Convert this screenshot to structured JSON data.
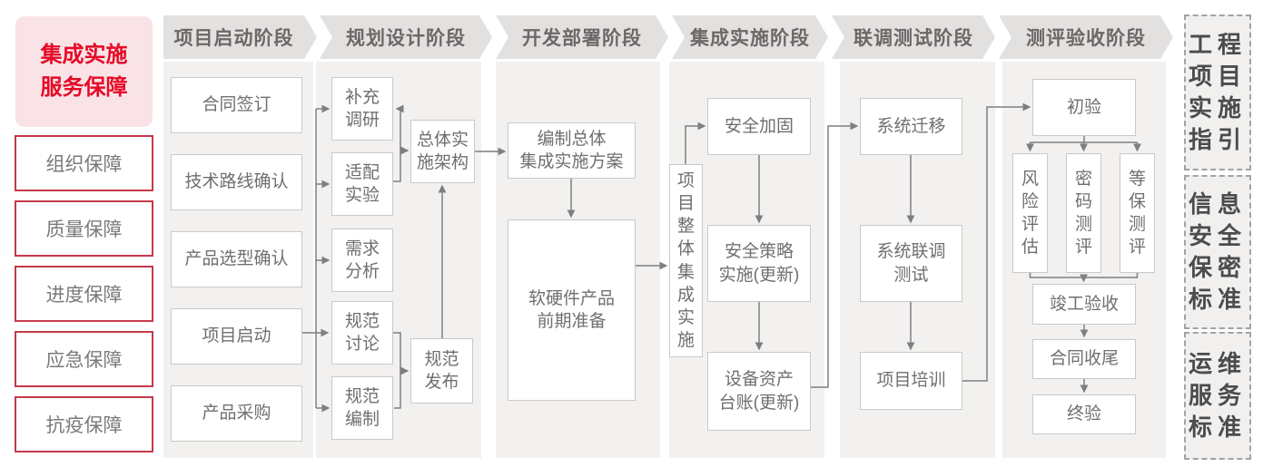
{
  "sidebar": {
    "title": "集成实施\n服务保障",
    "items": [
      {
        "label": "组织保障"
      },
      {
        "label": "质量保障"
      },
      {
        "label": "进度保障"
      },
      {
        "label": "应急保障"
      },
      {
        "label": "抗疫保障"
      }
    ]
  },
  "phases": [
    {
      "label": "项目启动阶段",
      "nodes": [
        {
          "label": "合同签订"
        },
        {
          "label": "技术路线确认"
        },
        {
          "label": "产品选型确认"
        },
        {
          "label": "项目启动"
        },
        {
          "label": "产品采购"
        }
      ]
    },
    {
      "label": "规划设计阶段",
      "nodes": [
        {
          "label": "补充\n调研"
        },
        {
          "label": "适配\n实验"
        },
        {
          "label": "需求\n分析"
        },
        {
          "label": "规范\n讨论"
        },
        {
          "label": "规范\n编制"
        },
        {
          "label": "总体实\n施架构"
        },
        {
          "label": "规范\n发布"
        }
      ]
    },
    {
      "label": "开发部署阶段",
      "nodes": [
        {
          "label": "编制总体\n集成实施方案"
        },
        {
          "label": "软硬件产品\n前期准备"
        }
      ]
    },
    {
      "label": "集成实施阶段",
      "nodes": [
        {
          "label": "项目整体集成实施"
        },
        {
          "label": "安全加固"
        },
        {
          "label": "安全策略\n实施(更新)"
        },
        {
          "label": "设备资产\n台账(更新)"
        }
      ]
    },
    {
      "label": "联调测试阶段",
      "nodes": [
        {
          "label": "系统迁移"
        },
        {
          "label": "系统联调\n测试"
        },
        {
          "label": "项目培训"
        }
      ]
    },
    {
      "label": "测评验收阶段",
      "nodes": [
        {
          "label": "初验"
        },
        {
          "label": "风险评估"
        },
        {
          "label": "密码测评"
        },
        {
          "label": "等保测评"
        },
        {
          "label": "竣工验收"
        },
        {
          "label": "合同收尾"
        },
        {
          "label": "终验"
        }
      ]
    }
  ],
  "standards": [
    {
      "label": "工程项目实施指引"
    },
    {
      "label": "信息安全保密标准"
    },
    {
      "label": "运维服务标准"
    }
  ],
  "colors": {
    "accent_red": "#e60a27",
    "red_border": "#c4394b",
    "pink_bg": "#f9e3e7",
    "panel_bg": "#f2f1f0",
    "band_bg": "#e3e1e0",
    "connector_gray": "#7f7f7f",
    "box_text_gray": "#6f6f6f"
  }
}
